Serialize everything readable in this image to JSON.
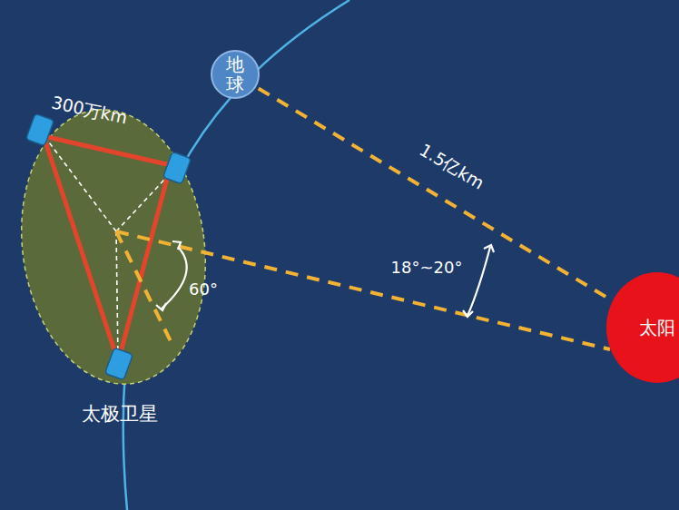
{
  "diagram": {
    "nodes": [
      {
        "text": [
          "地球"
        ]
      },
      {
        "text": [
          "太阳"
        ]
      }
    ],
    "edges": [
      {
        "from": 0,
        "to": 1,
        "arrow": "none",
        "label": "1.5亿km"
      }
    ],
    "labels": [
      "300万km",
      "18°~20°",
      "60°",
      "太极卫星"
    ]
  }
}
